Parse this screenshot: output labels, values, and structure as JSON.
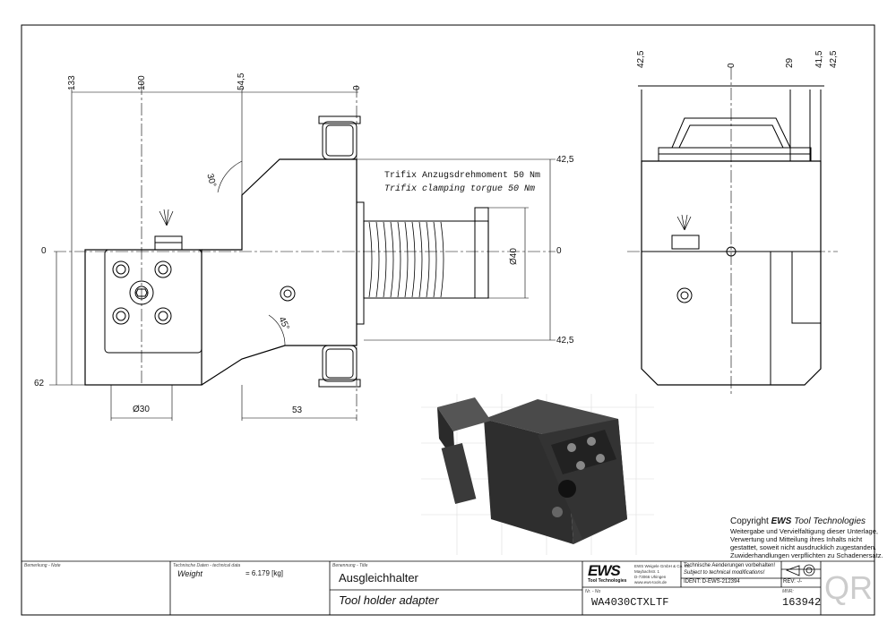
{
  "drawing": {
    "front_dims": {
      "d133": "133",
      "d100": "100",
      "d54_5": "54,5",
      "d0_top": "0",
      "d0_left": "0",
      "d62": "62",
      "d30deg": "30°",
      "d45deg": "45°",
      "dia30": "Ø30",
      "d53": "53",
      "dia40": "Ø40",
      "d42_5_top": "42,5",
      "d0_right": "0",
      "d42_5_bot": "42,5"
    },
    "side_dims": {
      "d42_5_l": "42,5",
      "d0": "0",
      "d29": "29",
      "d41_5": "41,5",
      "d42_5_r": "42,5"
    },
    "torque_de": "Trifix Anzugsdrehmoment  50 Nm",
    "torque_en": "Trifix clamping torgue  50 Nm"
  },
  "copyright": {
    "title_prefix": "Copyright ",
    "title_brand": "EWS",
    "title_suffix": " Tool Technologies",
    "lines": [
      "Weitergabe und Vervielfaltigung dieser Unterlage,",
      "Verwertung und Mitteilung ihres Inhalts nicht",
      "gestattet, soweit nicht ausdrucklich zugestanden.",
      "Zuwiderhandlungen verpflichten zu Schadenersatz."
    ]
  },
  "titleblock": {
    "note_label": "Bemerkung - Note",
    "tech_label": "Technische Daten - technical data",
    "weight_label": "Weight",
    "weight_value": "=  6.179 [kg]",
    "title_label": "Benennung - Title",
    "title_de": "Ausgleichhalter",
    "title_en": "Tool holder adapter",
    "logo": "EWS",
    "logo_sub": "Tool Technologies",
    "company_lines": [
      "EWS Weigele GmbH & Co. KG",
      "Maybachstr. 1",
      "D-73066 Uhingen",
      "www.ews-tools.de"
    ],
    "change_de": "Technische Aenderungen vorbehalten!",
    "change_en": "Subject to technical modifications!",
    "ident": "IDENT:  D-EWS-212394",
    "rev": "REV:  -/-",
    "nr_label": "Nr. - No",
    "part_no": "WA4030CTXLTF",
    "mnr_label": "MNR:",
    "mnr": "163942",
    "qr": "QR"
  }
}
